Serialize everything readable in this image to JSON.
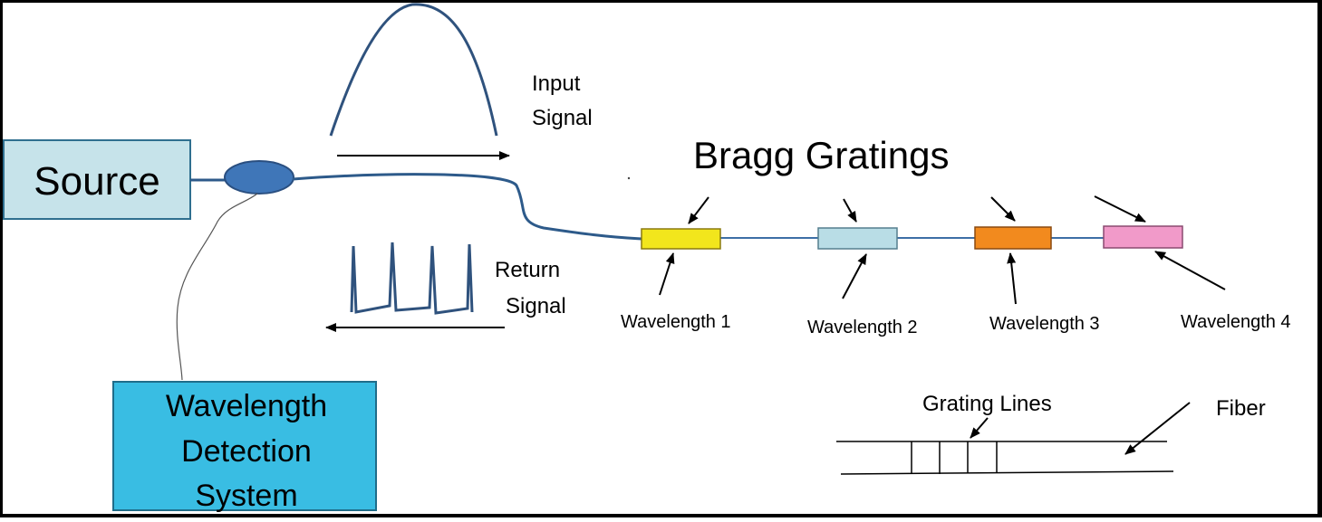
{
  "diagram": {
    "source_label": "Source",
    "detection_lines": [
      "Wavelength",
      "Detection",
      "System"
    ],
    "input_signal_lines": [
      "Input",
      "Signal"
    ],
    "return_signal_lines": [
      "Return",
      "Signal"
    ],
    "bragg_title": "Bragg Gratings",
    "gratings": [
      {
        "label": "Wavelength 1",
        "color": "#f2e61c"
      },
      {
        "label": "Wavelength 2",
        "color": "#b9dde6"
      },
      {
        "label": "Wavelength 3",
        "color": "#f28a1e"
      },
      {
        "label": "Wavelength 4",
        "color": "#f19ac9"
      }
    ],
    "grating_lines_label": "Grating Lines",
    "fiber_label": "Fiber",
    "colors": {
      "source_fill": "#c6e3ea",
      "detection_fill": "#39bde3",
      "coupler_fill": "#3f76b8",
      "fiber_line": "#2d5a8a",
      "signal_line": "#2f527d"
    }
  }
}
